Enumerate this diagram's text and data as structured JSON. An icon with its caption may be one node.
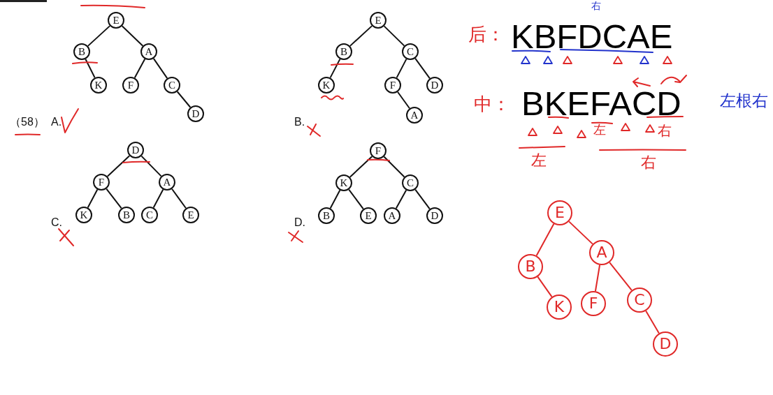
{
  "diagram": {
    "nodes": [
      {
        "text": [
          "E"
        ]
      },
      {
        "text": [
          "B"
        ]
      },
      {
        "text": [
          "A"
        ]
      },
      {
        "text": [
          "K"
        ]
      },
      {
        "text": [
          "F"
        ]
      },
      {
        "text": [
          "C"
        ]
      },
      {
        "text": [
          "D"
        ]
      },
      {
        "text": [
          "E"
        ]
      },
      {
        "text": [
          "B"
        ]
      },
      {
        "text": [
          "C"
        ]
      },
      {
        "text": [
          "K"
        ]
      },
      {
        "text": [
          "F"
        ]
      },
      {
        "text": [
          "D"
        ]
      },
      {
        "text": [
          "A"
        ]
      },
      {
        "text": [
          "D"
        ]
      },
      {
        "text": [
          "F"
        ]
      },
      {
        "text": [
          "A"
        ]
      },
      {
        "text": [
          "K"
        ]
      },
      {
        "text": [
          "B"
        ]
      },
      {
        "text": [
          "C"
        ]
      },
      {
        "text": [
          "E"
        ]
      },
      {
        "text": [
          "F"
        ]
      },
      {
        "text": [
          "K"
        ]
      },
      {
        "text": [
          "C"
        ]
      },
      {
        "text": [
          "B"
        ]
      },
      {
        "text": [
          "E"
        ]
      },
      {
        "text": [
          "A"
        ]
      },
      {
        "text": [
          "D"
        ]
      },
      {
        "text": [
          "E"
        ]
      },
      {
        "text": [
          "B"
        ]
      },
      {
        "text": [
          "A"
        ]
      },
      {
        "text": [
          "K"
        ]
      },
      {
        "text": [
          "F"
        ]
      },
      {
        "text": [
          "C"
        ]
      },
      {
        "text": [
          "D"
        ]
      }
    ],
    "edges": [
      {
        "from": 0,
        "to": 1,
        "arrow": "none"
      },
      {
        "from": 0,
        "to": 2,
        "arrow": "none"
      },
      {
        "from": 1,
        "to": 3,
        "arrow": "none"
      },
      {
        "from": 2,
        "to": 4,
        "arrow": "none"
      },
      {
        "from": 2,
        "to": 5,
        "arrow": "none"
      },
      {
        "from": 5,
        "to": 6,
        "arrow": "none"
      },
      {
        "from": 7,
        "to": 8,
        "arrow": "none"
      },
      {
        "from": 7,
        "to": 9,
        "arrow": "none"
      },
      {
        "from": 8,
        "to": 10,
        "arrow": "none"
      },
      {
        "from": 9,
        "to": 11,
        "arrow": "none"
      },
      {
        "from": 9,
        "to": 12,
        "arrow": "none"
      },
      {
        "from": 11,
        "to": 13,
        "arrow": "none"
      },
      {
        "from": 14,
        "to": 15,
        "arrow": "none"
      },
      {
        "from": 14,
        "to": 16,
        "arrow": "none"
      },
      {
        "from": 15,
        "to": 17,
        "arrow": "none"
      },
      {
        "from": 15,
        "to": 18,
        "arrow": "none"
      },
      {
        "from": 16,
        "to": 19,
        "arrow": "none"
      },
      {
        "from": 16,
        "to": 20,
        "arrow": "none"
      },
      {
        "from": 21,
        "to": 22,
        "arrow": "none"
      },
      {
        "from": 21,
        "to": 23,
        "arrow": "none"
      },
      {
        "from": 22,
        "to": 24,
        "arrow": "none"
      },
      {
        "from": 22,
        "to": 25,
        "arrow": "none"
      },
      {
        "from": 23,
        "to": 26,
        "arrow": "none"
      },
      {
        "from": 23,
        "to": 27,
        "arrow": "none"
      },
      {
        "from": 28,
        "to": 29,
        "arrow": "none",
        "color": "#e02828"
      },
      {
        "from": 28,
        "to": 30,
        "arrow": "none",
        "color": "#e02828"
      },
      {
        "from": 29,
        "to": 31,
        "arrow": "none",
        "color": "#e02828"
      },
      {
        "from": 30,
        "to": 32,
        "arrow": "none",
        "color": "#e02828"
      },
      {
        "from": 30,
        "to": 33,
        "arrow": "none",
        "color": "#e02828"
      },
      {
        "from": 33,
        "to": 34,
        "arrow": "none",
        "color": "#e02828"
      }
    ],
    "labels": [
      "右",
      "后：",
      "KBFDCAE",
      "（58）",
      "A.",
      "B.",
      "中：",
      "BKEFACD",
      "左根右",
      "左",
      "右",
      "左",
      "右",
      "C.",
      "D."
    ]
  }
}
